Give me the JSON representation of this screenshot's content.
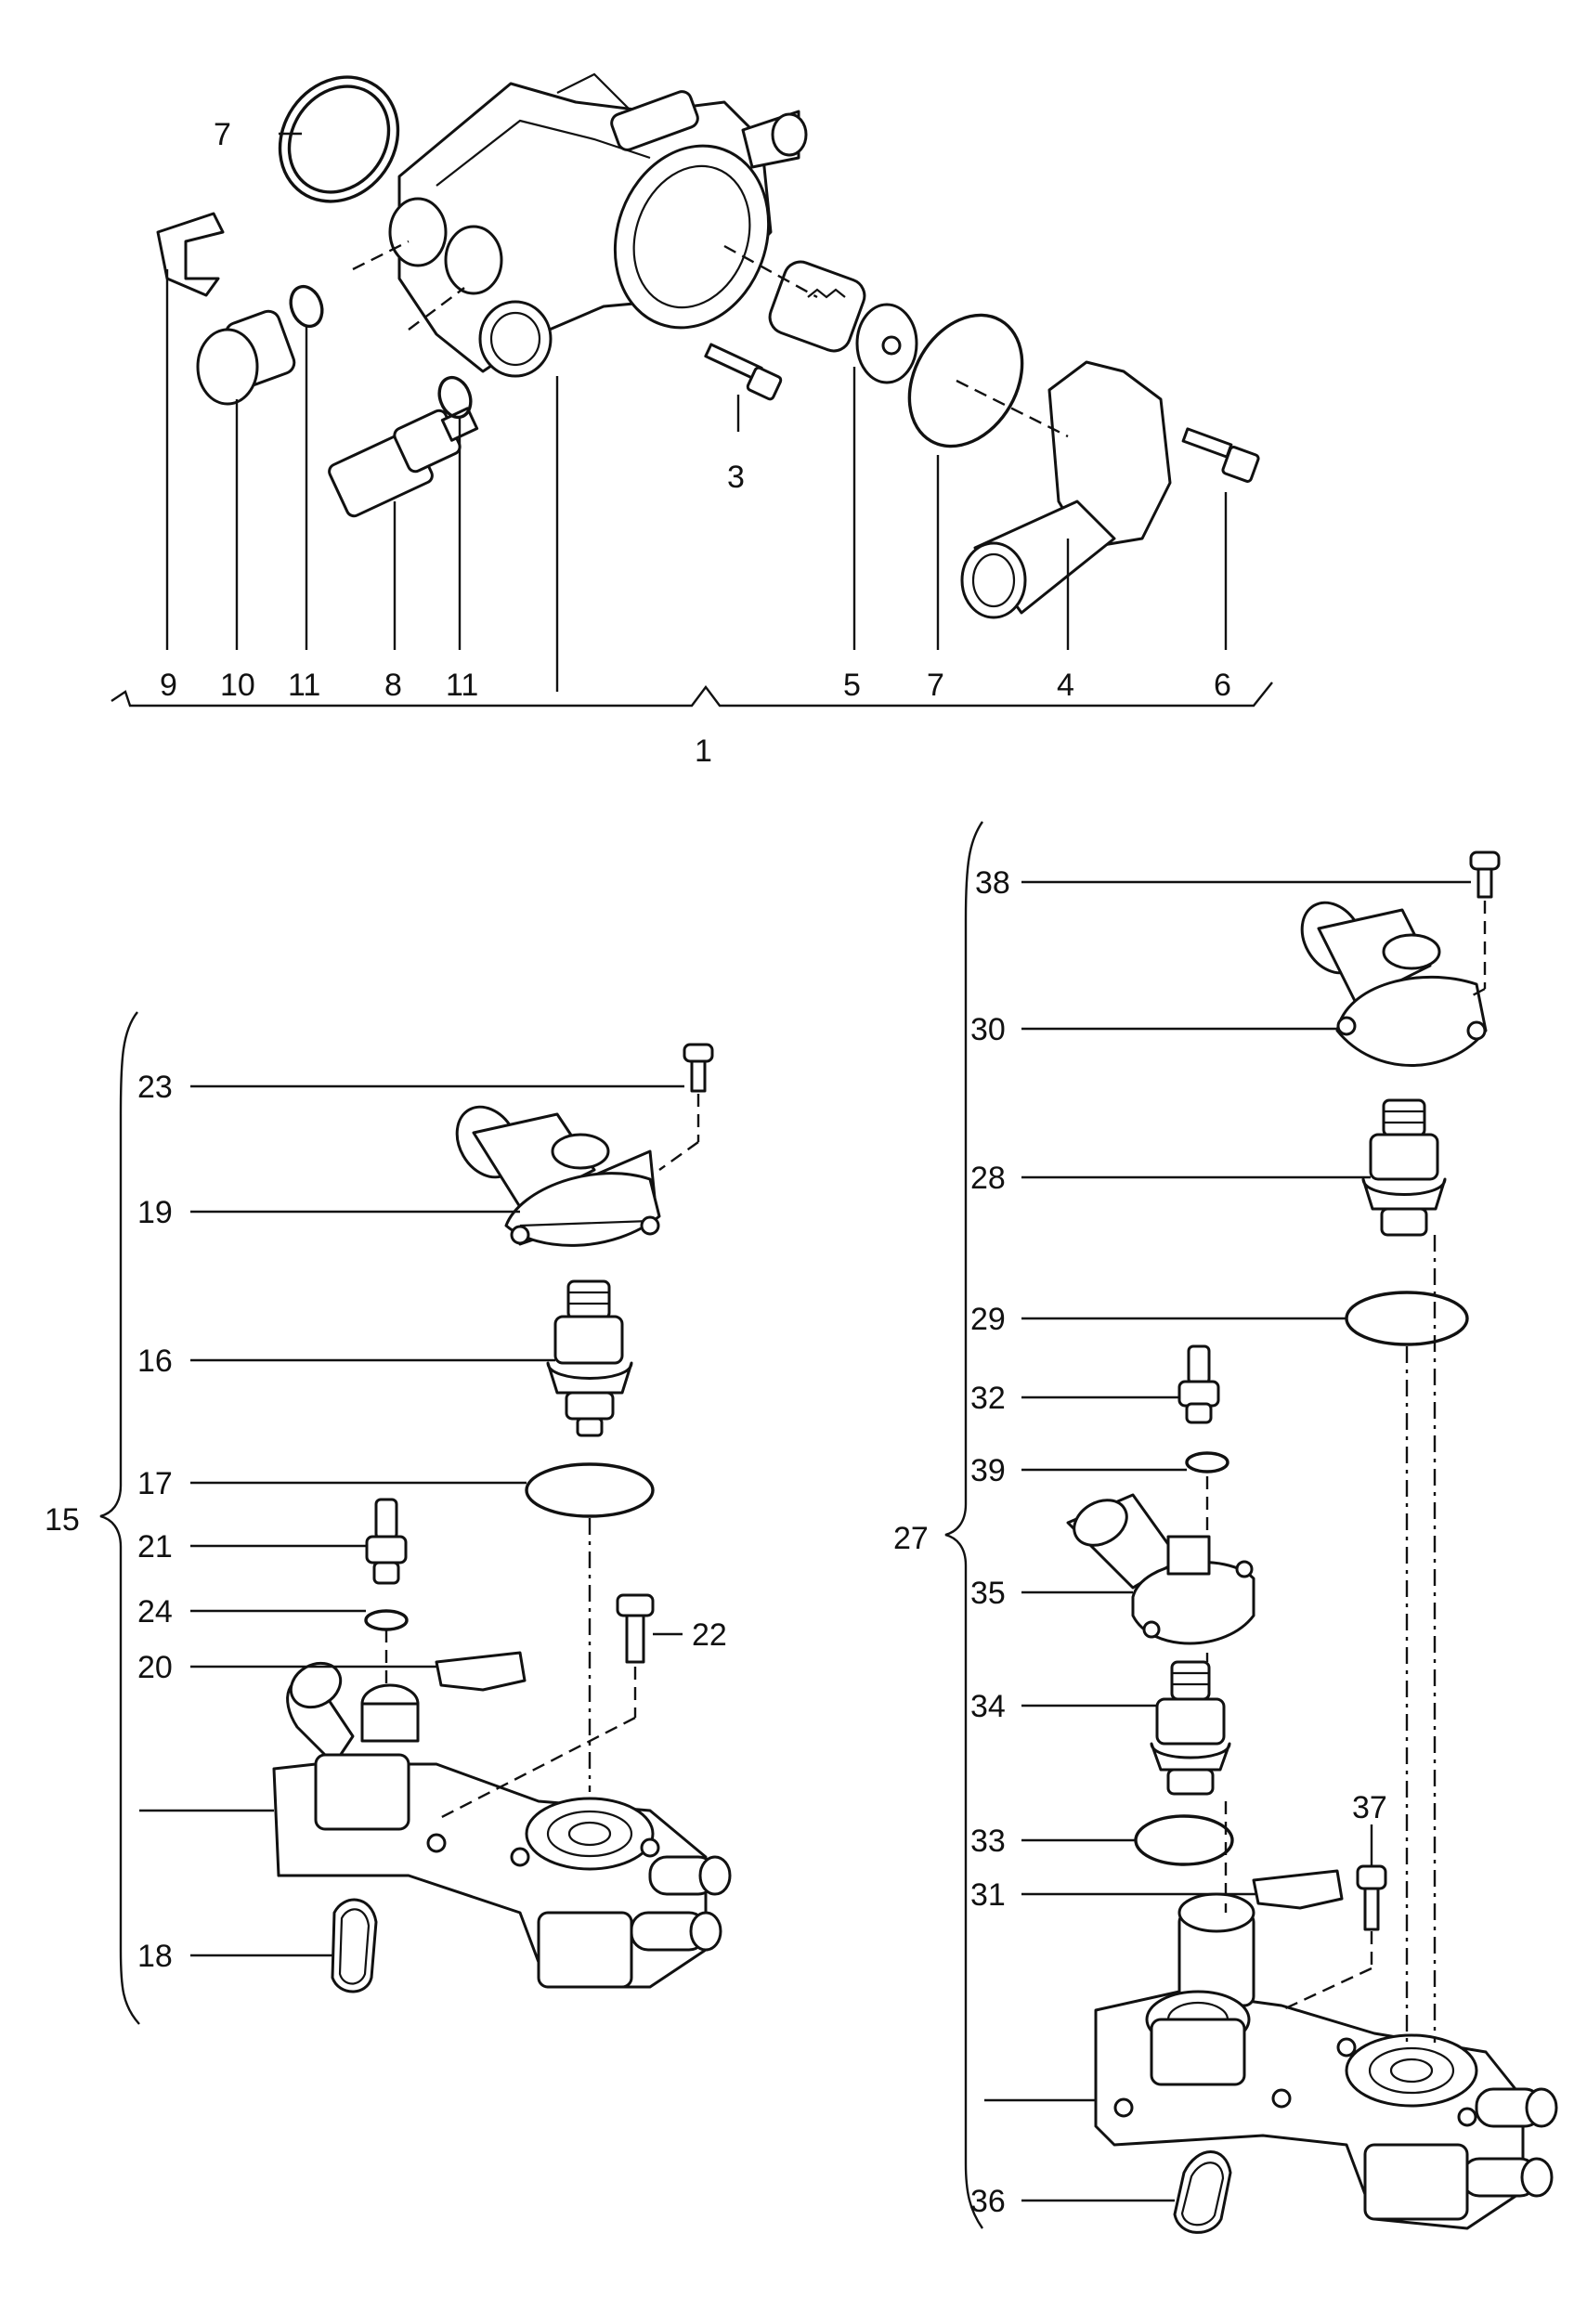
{
  "groups": {
    "top": {
      "assembly": "1",
      "callouts": [
        "9",
        "10",
        "11",
        "8",
        "11",
        "5",
        "7",
        "4",
        "6"
      ],
      "side": [
        "7",
        "3"
      ]
    },
    "left": {
      "group": "15",
      "callouts": [
        "23",
        "19",
        "16",
        "17",
        "21",
        "24",
        "20",
        "22",
        "18"
      ]
    },
    "right": {
      "group": "27",
      "callouts": [
        "38",
        "30",
        "28",
        "29",
        "32",
        "39",
        "35",
        "34",
        "33",
        "31",
        "37",
        "36"
      ]
    }
  }
}
